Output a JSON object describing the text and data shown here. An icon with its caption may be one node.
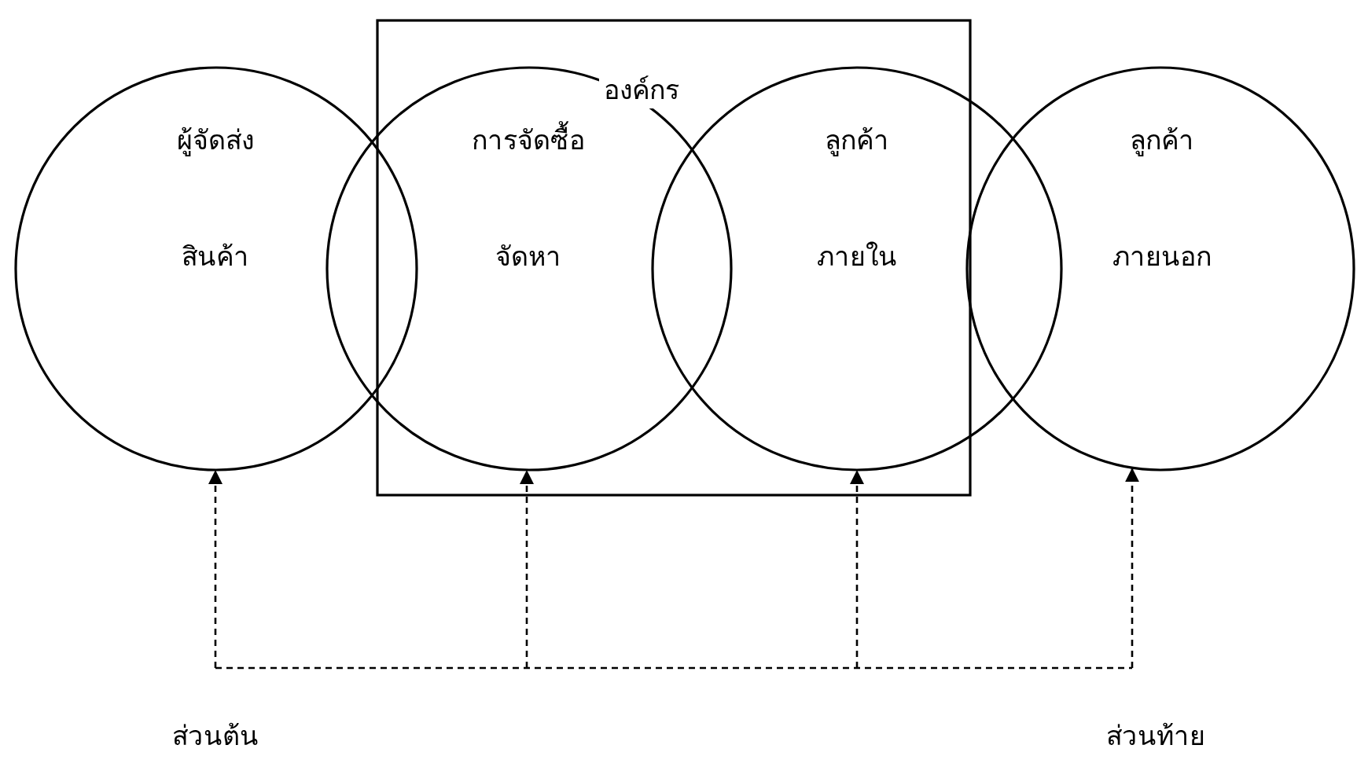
{
  "diagram": {
    "nodes": [
      {
        "text": [
          "องค์กร"
        ]
      },
      {
        "text": [
          "ผู้จัดส่ง",
          "สินค้า"
        ]
      },
      {
        "text": [
          "การจัดซื้อ",
          "จัดหา"
        ]
      },
      {
        "text": [
          "ลูกค้า",
          "ภายใน"
        ]
      },
      {
        "text": [
          "ลูกค้า",
          "ภายนอก"
        ]
      }
    ],
    "edges": [
      {
        "from": null,
        "to": 1,
        "arrow": "to",
        "style": "dashed"
      },
      {
        "from": null,
        "to": 2,
        "arrow": "to",
        "style": "dashed"
      },
      {
        "from": null,
        "to": 3,
        "arrow": "to",
        "style": "dashed"
      },
      {
        "from": null,
        "to": 4,
        "arrow": "to",
        "style": "dashed"
      }
    ],
    "labels": [
      "ส่วนต้น",
      "ส่วนท้าย"
    ]
  }
}
